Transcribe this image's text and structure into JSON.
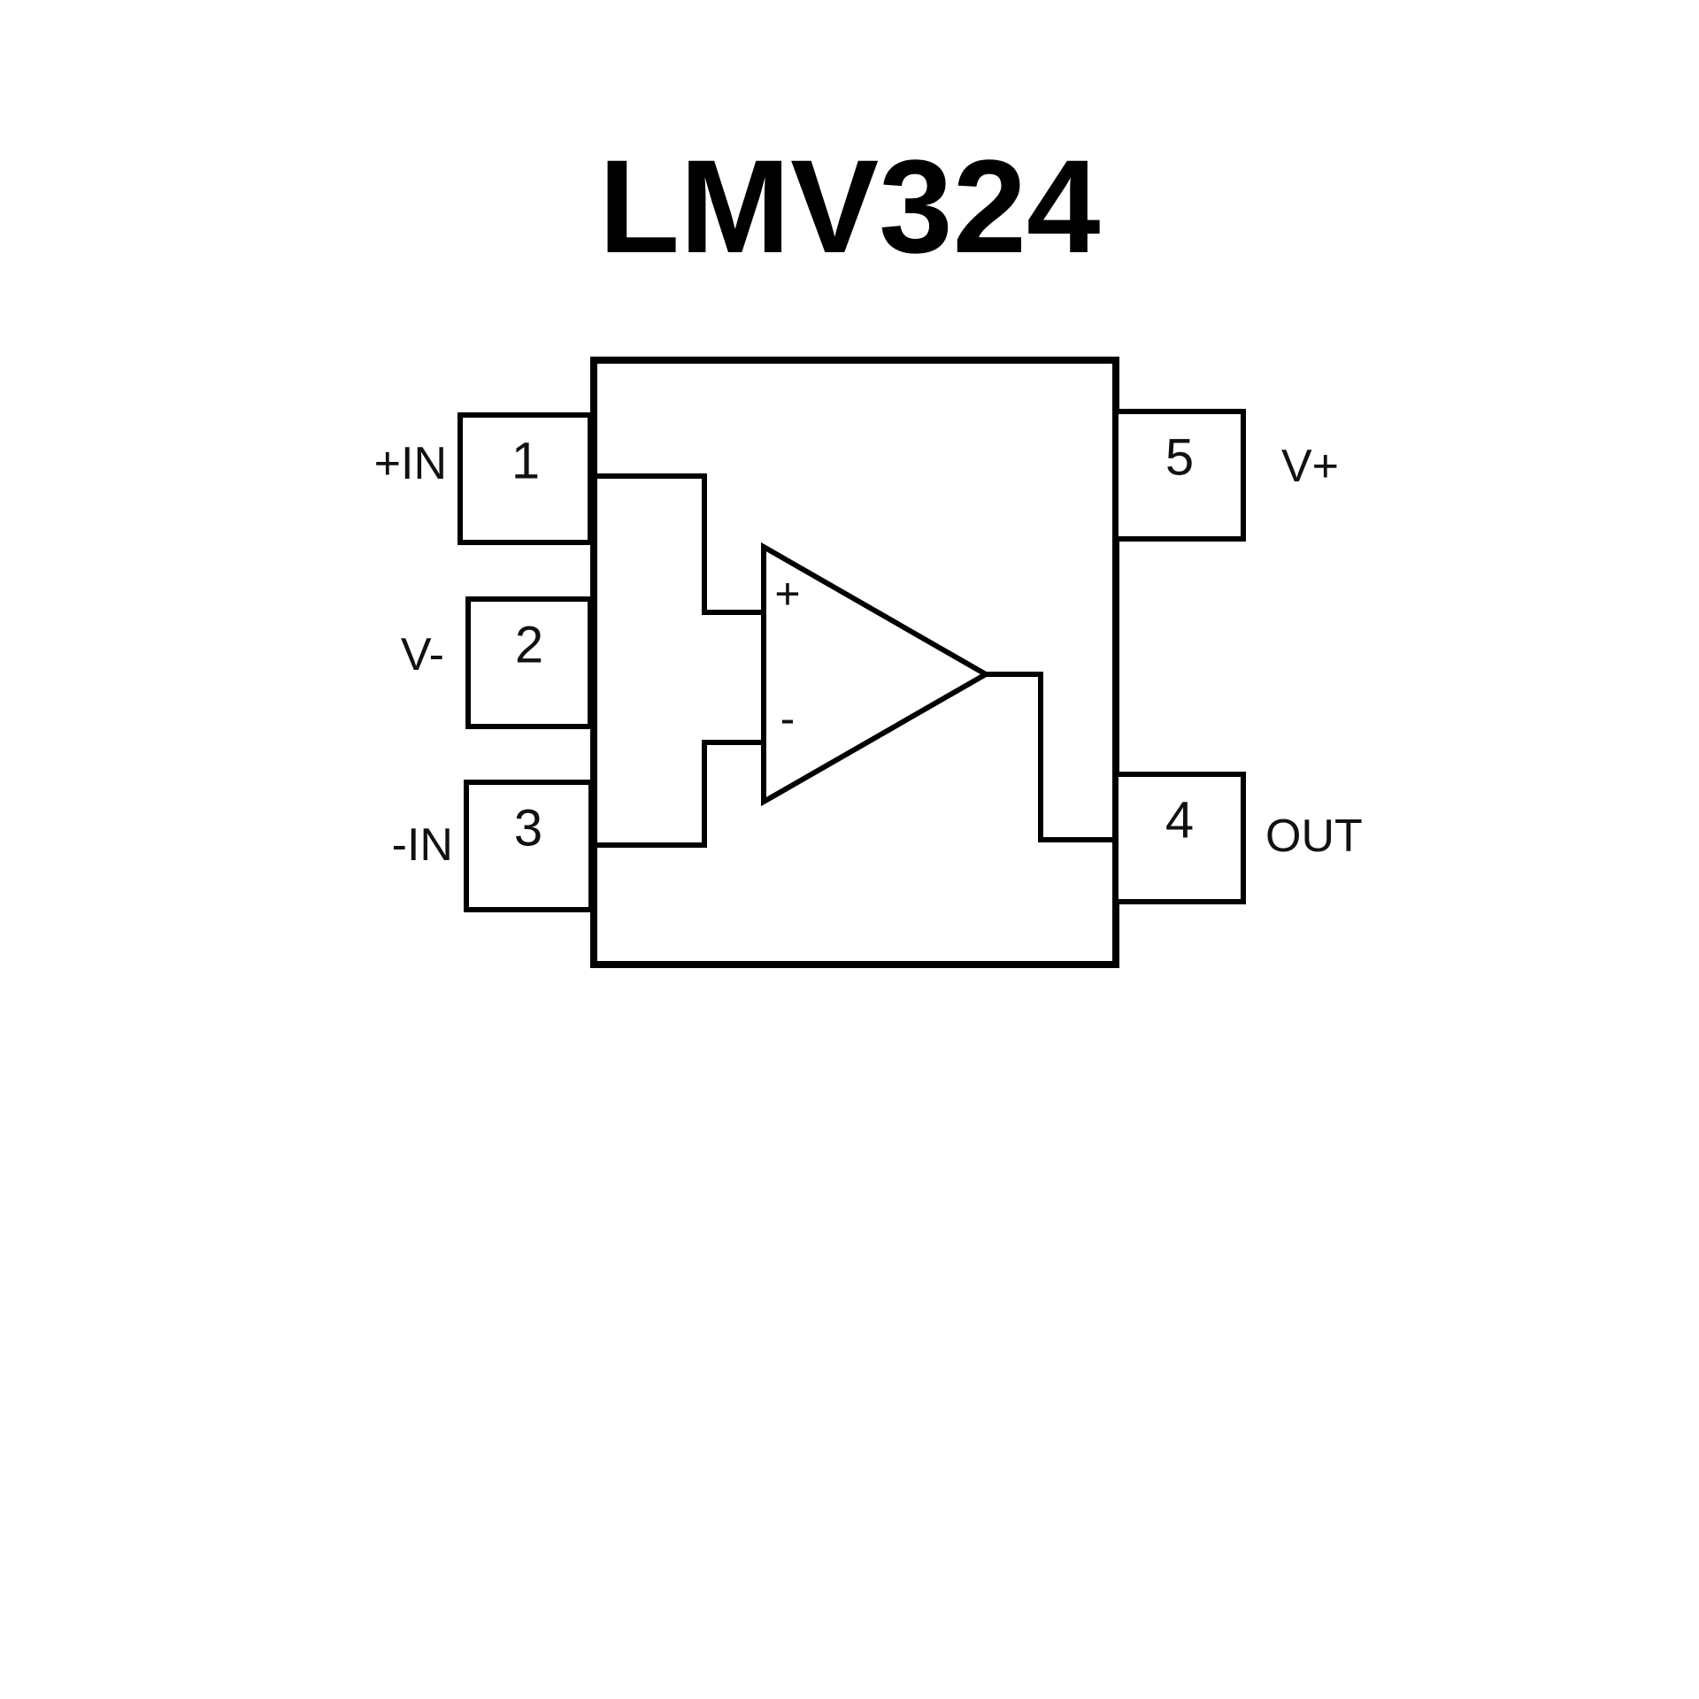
{
  "title": "LMV324",
  "colors": {
    "line": "#000000",
    "background": "#ffffff",
    "text": "#111111"
  },
  "package": {
    "pins": [
      {
        "number": "1",
        "label": "+IN",
        "side": "left"
      },
      {
        "number": "2",
        "label": "V-",
        "side": "left"
      },
      {
        "number": "3",
        "label": "-IN",
        "side": "left"
      },
      {
        "number": "5",
        "label": "V+",
        "side": "right"
      },
      {
        "number": "4",
        "label": "OUT",
        "side": "right"
      }
    ]
  },
  "opamp": {
    "noninverting_sign": "+",
    "inverting_sign": "-"
  }
}
